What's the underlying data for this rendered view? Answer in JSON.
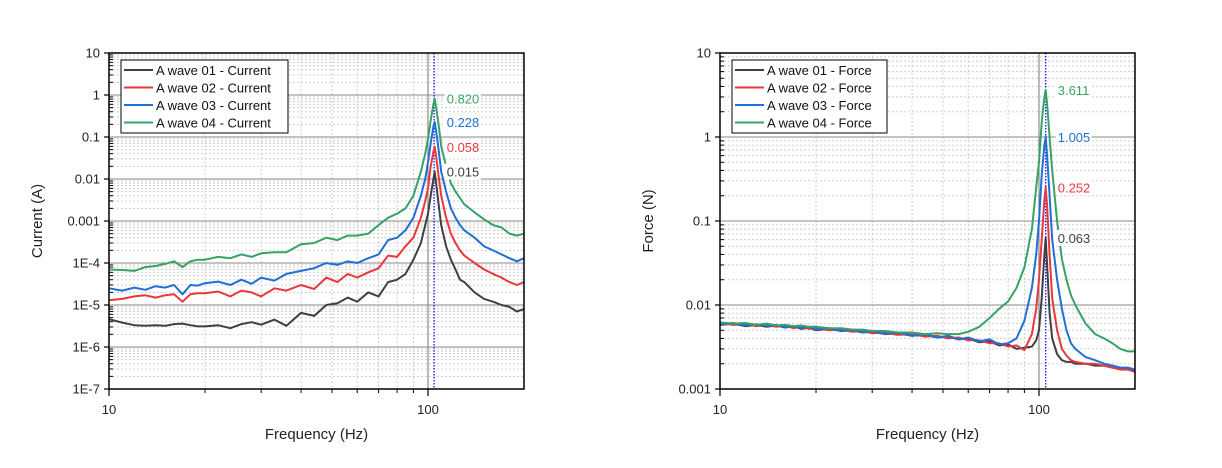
{
  "chart_data": [
    {
      "type": "line",
      "title": "",
      "xlabel": "Frequency (Hz)",
      "ylabel": "Current (A)",
      "xscale": "log",
      "yscale": "log",
      "xlim": [
        10,
        200
      ],
      "ylim": [
        1e-07,
        10
      ],
      "xticks": [
        {
          "v": 10,
          "label": "10"
        },
        {
          "v": 100,
          "label": "100"
        }
      ],
      "yticks": [
        {
          "v": 10,
          "label": "10"
        },
        {
          "v": 1,
          "label": "1"
        },
        {
          "v": 0.1,
          "label": "0.1"
        },
        {
          "v": 0.01,
          "label": "0.01"
        },
        {
          "v": 0.001,
          "label": "0.001"
        },
        {
          "v": 0.0001,
          "label": "1E-4"
        },
        {
          "v": 1e-05,
          "label": "1E-5"
        },
        {
          "v": 1e-06,
          "label": "1E-6"
        },
        {
          "v": 1e-07,
          "label": "1E-7"
        }
      ],
      "grid": true,
      "legend_position": "top-left",
      "reference_lines": [
        {
          "x": 100,
          "color": "#8a8a8a",
          "style": "solid"
        },
        {
          "x": 104.5,
          "color": "#0000ff",
          "style": "dotted"
        }
      ],
      "x": [
        10,
        11,
        12,
        13,
        14,
        15,
        16,
        17,
        18,
        19,
        20,
        22,
        24,
        26,
        28,
        30,
        33,
        36,
        40,
        44,
        48,
        52,
        56,
        60,
        65,
        70,
        75,
        80,
        85,
        90,
        95,
        98,
        100,
        102,
        104,
        105,
        106,
        108,
        110,
        114,
        118,
        122,
        126,
        130,
        140,
        150,
        160,
        170,
        180,
        190,
        200
      ],
      "series": [
        {
          "name": "A wave 01 - Current",
          "color": "#404040",
          "peak_label": "0.015",
          "peak_x": 105,
          "values": [
            4.6e-06,
            3.8e-06,
            3.3e-06,
            3.2e-06,
            3.3e-06,
            3.2e-06,
            3.5e-06,
            3.6e-06,
            3.3e-06,
            3.1e-06,
            3.1e-06,
            3.3e-06,
            2.8e-06,
            3.5e-06,
            3.9e-06,
            3.4e-06,
            4.5e-06,
            3.2e-06,
            6.5e-06,
            5.5e-06,
            1e-05,
            1.1e-05,
            1.5e-05,
            1.2e-05,
            2e-05,
            1.6e-05,
            3.5e-05,
            4e-05,
            5.5e-05,
            0.00012,
            0.0003,
            0.0008,
            0.0015,
            0.004,
            0.01,
            0.015,
            0.008,
            0.0025,
            0.0008,
            0.00025,
            0.00012,
            7e-05,
            4e-05,
            3.5e-05,
            2e-05,
            1.4e-05,
            1.2e-05,
            1e-05,
            9e-06,
            7e-06,
            8e-06
          ]
        },
        {
          "name": "A wave 02 - Current",
          "color": "#e8383d",
          "peak_label": "0.058",
          "peak_x": 105,
          "values": [
            1.3e-05,
            1.4e-05,
            1.6e-05,
            1.7e-05,
            1.5e-05,
            1.7e-05,
            1.8e-05,
            1.2e-05,
            1.8e-05,
            1.9e-05,
            1.9e-05,
            2.1e-05,
            1.6e-05,
            2.2e-05,
            2e-05,
            1.6e-05,
            2.5e-05,
            2.2e-05,
            3e-05,
            2.4e-05,
            4.5e-05,
            3.5e-05,
            5.5e-05,
            4.5e-05,
            6e-05,
            7.5e-05,
            0.00015,
            0.00014,
            0.00025,
            0.0004,
            0.0012,
            0.003,
            0.006,
            0.02,
            0.045,
            0.058,
            0.035,
            0.012,
            0.004,
            0.0012,
            0.0005,
            0.0003,
            0.0002,
            0.00015,
            0.0001,
            7e-05,
            5.5e-05,
            4.5e-05,
            3.5e-05,
            3e-05,
            3.5e-05
          ]
        },
        {
          "name": "A wave 03 - Current",
          "color": "#1f6fd6",
          "peak_label": "0.228",
          "peak_x": 105,
          "values": [
            2.5e-05,
            2.2e-05,
            2.6e-05,
            2.3e-05,
            2.8e-05,
            2.6e-05,
            3e-05,
            1.8e-05,
            3e-05,
            2.9e-05,
            3.3e-05,
            3.6e-05,
            3e-05,
            4e-05,
            3.2e-05,
            4.5e-05,
            3.8e-05,
            5.5e-05,
            6.5e-05,
            7.5e-05,
            0.0001,
            9e-05,
            0.00011,
            0.0001,
            0.00013,
            0.00016,
            0.00035,
            0.0004,
            0.0006,
            0.0012,
            0.004,
            0.01,
            0.025,
            0.07,
            0.18,
            0.228,
            0.14,
            0.05,
            0.015,
            0.005,
            0.002,
            0.0012,
            0.0008,
            0.0006,
            0.0004,
            0.00025,
            0.0002,
            0.00016,
            0.00013,
            0.00011,
            0.00013
          ]
        },
        {
          "name": "A wave 04 - Current",
          "color": "#36a365",
          "peak_label": "0.820",
          "peak_x": 105,
          "values": [
            7e-05,
            6.8e-05,
            6.5e-05,
            8e-05,
            8.5e-05,
            9.5e-05,
            0.00011,
            8e-05,
            0.00011,
            0.00012,
            0.00012,
            0.00014,
            0.00013,
            0.00016,
            0.00014,
            0.00017,
            0.00018,
            0.00018,
            0.00028,
            0.0003,
            0.0004,
            0.00035,
            0.00045,
            0.00045,
            0.0005,
            0.0008,
            0.0012,
            0.0015,
            0.002,
            0.004,
            0.015,
            0.04,
            0.09,
            0.25,
            0.6,
            0.82,
            0.5,
            0.2,
            0.06,
            0.02,
            0.008,
            0.005,
            0.0035,
            0.0025,
            0.0016,
            0.0011,
            0.0008,
            0.0007,
            0.0005,
            0.00045,
            0.0005
          ]
        }
      ]
    },
    {
      "type": "line",
      "title": "",
      "xlabel": "Frequency (Hz)",
      "ylabel": "Force (N)",
      "xscale": "log",
      "yscale": "log",
      "xlim": [
        10,
        200
      ],
      "ylim": [
        0.001,
        10
      ],
      "xticks": [
        {
          "v": 10,
          "label": "10"
        },
        {
          "v": 100,
          "label": "100"
        }
      ],
      "yticks": [
        {
          "v": 10,
          "label": "10"
        },
        {
          "v": 1,
          "label": "1"
        },
        {
          "v": 0.1,
          "label": "0.1"
        },
        {
          "v": 0.01,
          "label": "0.01"
        },
        {
          "v": 0.001,
          "label": "0.001"
        }
      ],
      "grid": true,
      "legend_position": "top-left",
      "reference_lines": [
        {
          "x": 100,
          "color": "#8a8a8a",
          "style": "solid"
        },
        {
          "x": 105,
          "color": "#0000ff",
          "style": "dotted"
        }
      ],
      "x": [
        10,
        11,
        12,
        13,
        14,
        15,
        16,
        17,
        18,
        19,
        20,
        22,
        24,
        26,
        28,
        30,
        33,
        36,
        40,
        44,
        48,
        52,
        56,
        60,
        65,
        70,
        75,
        80,
        85,
        90,
        95,
        98,
        100,
        102,
        104,
        105,
        106,
        108,
        110,
        114,
        118,
        122,
        126,
        130,
        140,
        150,
        160,
        170,
        180,
        190,
        200
      ],
      "series": [
        {
          "name": "A wave 01 - Force",
          "color": "#404040",
          "peak_label": "0.063",
          "peak_x": 105,
          "values": [
            0.0058,
            0.006,
            0.0056,
            0.0058,
            0.0055,
            0.0057,
            0.0054,
            0.0056,
            0.0052,
            0.0054,
            0.005,
            0.0052,
            0.0049,
            0.005,
            0.0047,
            0.0048,
            0.0045,
            0.0046,
            0.0043,
            0.0044,
            0.0041,
            0.0042,
            0.0039,
            0.004,
            0.0036,
            0.0037,
            0.0033,
            0.0034,
            0.003,
            0.0031,
            0.0032,
            0.0038,
            0.005,
            0.012,
            0.04,
            0.063,
            0.03,
            0.008,
            0.004,
            0.0026,
            0.0022,
            0.0021,
            0.0021,
            0.002,
            0.002,
            0.0019,
            0.0019,
            0.0018,
            0.0018,
            0.0017,
            0.0017
          ]
        },
        {
          "name": "A wave 02 - Force",
          "color": "#e8383d",
          "peak_label": "0.252",
          "peak_x": 105,
          "values": [
            0.0061,
            0.0058,
            0.0059,
            0.0056,
            0.0058,
            0.0055,
            0.0057,
            0.0053,
            0.0055,
            0.0052,
            0.0053,
            0.005,
            0.0051,
            0.0048,
            0.0049,
            0.0046,
            0.0047,
            0.0044,
            0.0045,
            0.0042,
            0.0043,
            0.004,
            0.0041,
            0.0038,
            0.0038,
            0.0035,
            0.0035,
            0.0032,
            0.0033,
            0.0029,
            0.0045,
            0.009,
            0.02,
            0.06,
            0.18,
            0.252,
            0.15,
            0.04,
            0.012,
            0.005,
            0.003,
            0.0025,
            0.0022,
            0.0021,
            0.002,
            0.002,
            0.0019,
            0.0018,
            0.0017,
            0.0017,
            0.0016
          ]
        },
        {
          "name": "A wave 03 - Force",
          "color": "#1f6fd6",
          "peak_label": "1.005",
          "peak_x": 105,
          "values": [
            0.0059,
            0.0061,
            0.0057,
            0.0059,
            0.0056,
            0.0058,
            0.0054,
            0.0056,
            0.0053,
            0.0055,
            0.0051,
            0.0053,
            0.0049,
            0.0051,
            0.0047,
            0.0049,
            0.0045,
            0.0047,
            0.0043,
            0.0045,
            0.0041,
            0.0043,
            0.0039,
            0.0041,
            0.0037,
            0.0039,
            0.0034,
            0.0035,
            0.004,
            0.0065,
            0.016,
            0.04,
            0.1,
            0.35,
            0.8,
            1.005,
            0.6,
            0.2,
            0.06,
            0.02,
            0.009,
            0.005,
            0.0035,
            0.003,
            0.0024,
            0.0022,
            0.002,
            0.0019,
            0.0018,
            0.0018,
            0.0017
          ]
        },
        {
          "name": "A wave 04 - Force",
          "color": "#36a365",
          "peak_label": "3.611",
          "peak_x": 105,
          "values": [
            0.0062,
            0.006,
            0.0061,
            0.0058,
            0.006,
            0.0057,
            0.0058,
            0.0056,
            0.0057,
            0.0055,
            0.0055,
            0.0053,
            0.0053,
            0.0051,
            0.0051,
            0.0049,
            0.0049,
            0.0047,
            0.0047,
            0.0045,
            0.0046,
            0.0045,
            0.0045,
            0.0048,
            0.0055,
            0.007,
            0.009,
            0.011,
            0.016,
            0.028,
            0.08,
            0.25,
            0.5,
            1.5,
            3.0,
            3.611,
            2.5,
            1.0,
            0.4,
            0.1,
            0.035,
            0.02,
            0.013,
            0.01,
            0.006,
            0.0045,
            0.004,
            0.0035,
            0.003,
            0.0028,
            0.0028
          ]
        }
      ]
    }
  ]
}
